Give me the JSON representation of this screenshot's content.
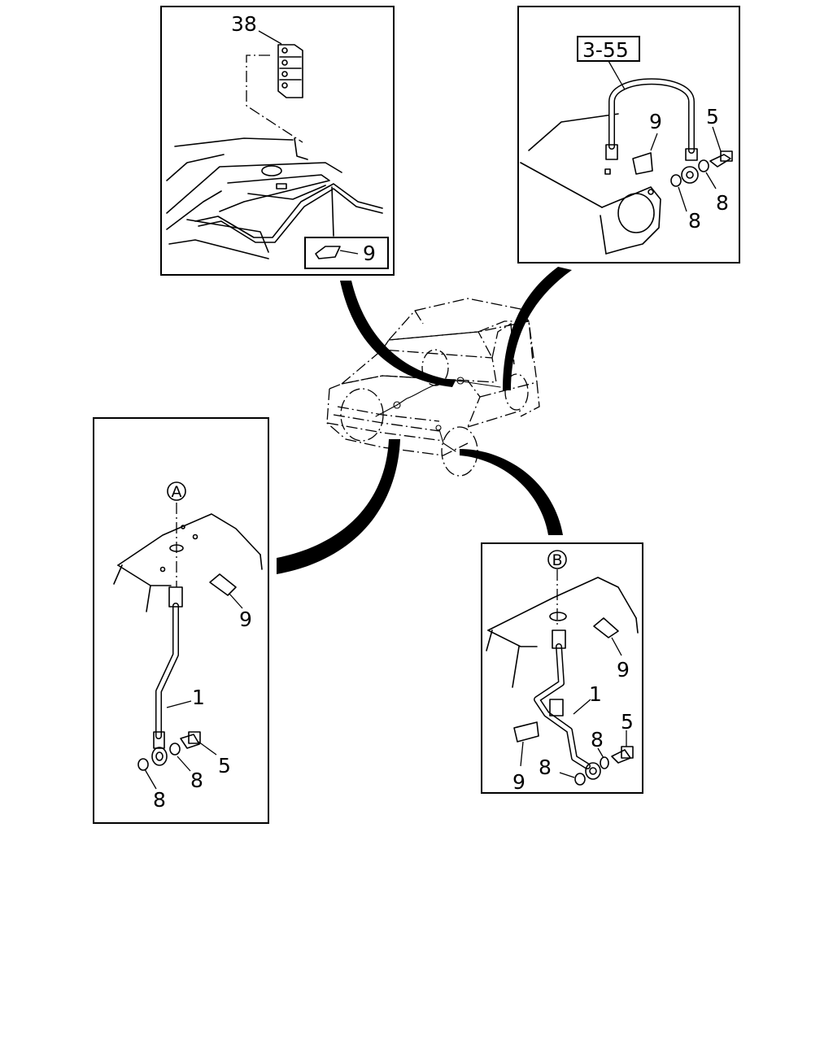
{
  "callouts": {
    "top_left_part": "38",
    "top_left_clip": "9",
    "top_right_ref": "3-55",
    "top_right_clip": "9",
    "top_right_bolt": "5",
    "top_right_washer_a": "8",
    "top_right_washer_b": "8",
    "left_marker": "A",
    "left_clip": "9",
    "left_hose": "1",
    "left_bolt": "5",
    "left_washer_a": "8",
    "left_washer_b": "8",
    "right_marker": "B",
    "right_clip_a": "9",
    "right_hose": "1",
    "right_bolt": "5",
    "right_washer_a": "8",
    "right_washer_b": "8",
    "right_clip_b": "9"
  }
}
